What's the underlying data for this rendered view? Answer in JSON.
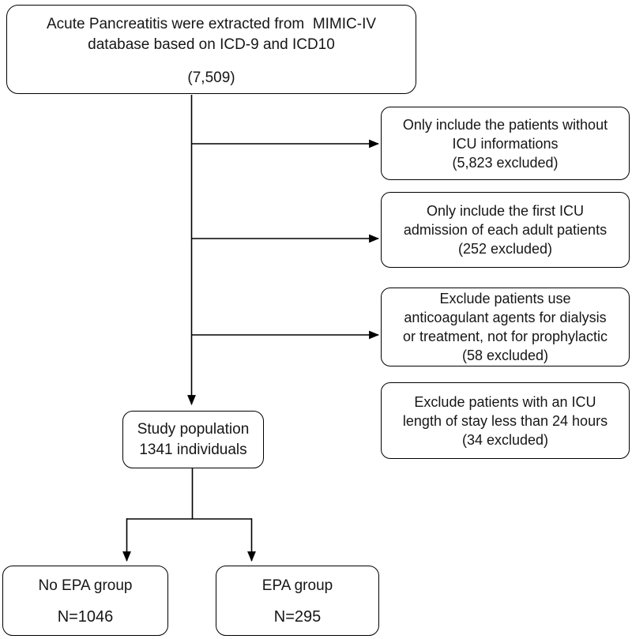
{
  "source_box": {
    "text": "Acute Pancreatitis were extracted from  MIMIC-IV\ndatabase based on ICD-9 and ICD10",
    "count": "(7,509)"
  },
  "exclusion_boxes": [
    {
      "text": "Only include the patients without\nICU informations\n(5,823 excluded)"
    },
    {
      "text": "Only include the first ICU\nadmission of each adult patients\n(252 excluded)"
    },
    {
      "text": "Exclude patients use\nanticoagulant agents for dialysis\nor treatment, not for prophylactic\n(58 excluded)"
    },
    {
      "text": "Exclude patients with an ICU\nlength of stay less than 24 hours\n(34 excluded)"
    }
  ],
  "study_box": {
    "text": "Study population\n1341 individuals"
  },
  "group_boxes": [
    {
      "label": "No EPA group",
      "count": "N=1046"
    },
    {
      "label": "EPA group",
      "count": "N=295"
    }
  ],
  "colors": {
    "background": "#ffffff",
    "box_fill": "#ffffff",
    "border": "#000000",
    "line": "#000000",
    "text": "#161616"
  }
}
